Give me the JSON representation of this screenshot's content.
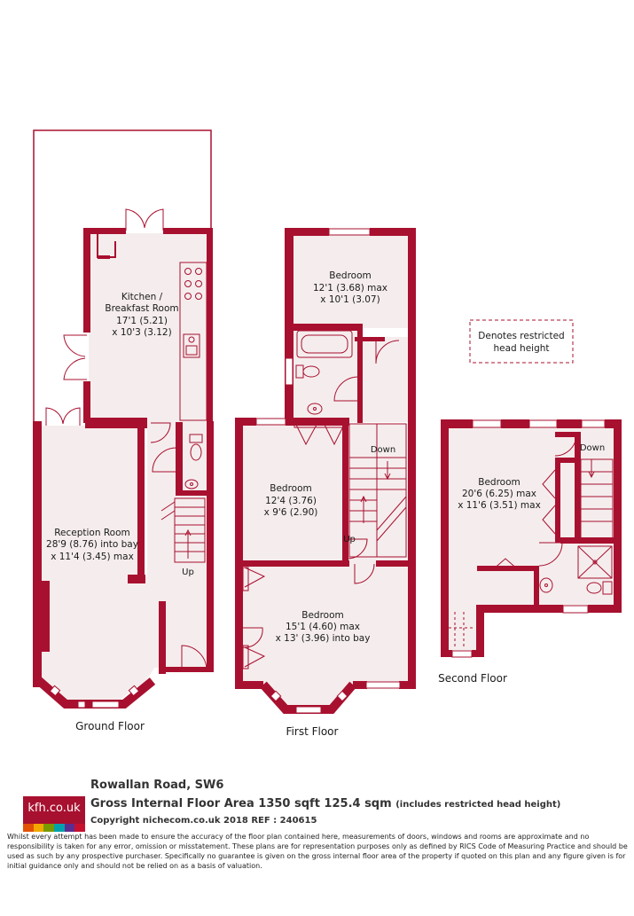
{
  "plan": {
    "wall_color": "#a8102f",
    "floor_color": "#f5eded",
    "ground_floor": {
      "label": "Ground Floor",
      "rooms": [
        {
          "name_lines": [
            "Kitchen /",
            "Breakfast Room"
          ],
          "dim_lines": [
            "17'1 (5.21)",
            "x 10'3 (3.12)"
          ]
        },
        {
          "name_lines": [
            "Reception Room"
          ],
          "dim_lines": [
            "28'9 (8.76) into bay",
            "x 11'4 (3.45) max"
          ]
        }
      ],
      "stairs_label": "Up"
    },
    "first_floor": {
      "label": "First Floor",
      "rooms": [
        {
          "name_lines": [
            "Bedroom"
          ],
          "dim_lines": [
            "12'1 (3.68) max",
            "x 10'1 (3.07)"
          ]
        },
        {
          "name_lines": [
            "Bedroom"
          ],
          "dim_lines": [
            "12'4 (3.76)",
            "x 9'6 (2.90)"
          ]
        },
        {
          "name_lines": [
            "Bedroom"
          ],
          "dim_lines": [
            "15'1 (4.60) max",
            "x 13' (3.96) into bay"
          ]
        }
      ],
      "stairs_down_label": "Down",
      "stairs_up_label": "Up"
    },
    "second_floor": {
      "label": "Second Floor",
      "rooms": [
        {
          "name_lines": [
            "Bedroom"
          ],
          "dim_lines": [
            "20'6 (6.25) max",
            "x 11'6 (3.51) max"
          ]
        }
      ],
      "stairs_label": "Down"
    },
    "legend": {
      "lines": [
        "Denotes restricted",
        "head height"
      ]
    }
  },
  "footer": {
    "logo_text": "kfh.co.uk",
    "logo_colors": [
      "#e35205",
      "#f2a900",
      "#7a9a01",
      "#00a3ad",
      "#5c2d91",
      "#c8102e"
    ],
    "address": "Rowallan Road, SW6",
    "gia_main": "Gross Internal Floor Area 1350 sqft 125.4 sqm",
    "gia_note": "(includes restricted head height)",
    "copyright": "Copyright nichecom.co.uk 2018 REF : 240615",
    "disclaimer": "Whilst every attempt has been made to ensure the accuracy of the floor plan contained here, measurements of doors, windows and rooms are approximate and no responsibility is taken for any error, omission or misstatement. These plans are for representation purposes only as defined by RICS Code of Measuring Practice and should be used as such by any prospective purchaser. Specifically no guarantee is given on the gross internal floor area of the property if quoted on this plan and any figure given is for initial guidance only and should not be relied on as a basis of valuation."
  }
}
